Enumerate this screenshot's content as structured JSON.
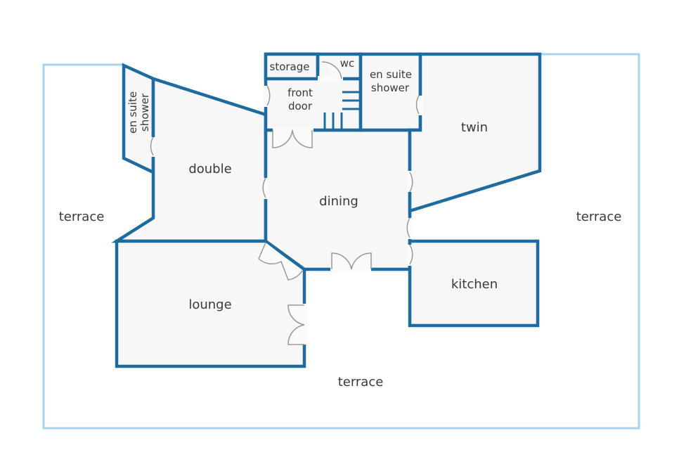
{
  "title": "Floor plan",
  "colors": {
    "wall": "#1d6b9f",
    "terrace_outline": "#a9d3ec",
    "room_fill": "#f7f7f7"
  },
  "rooms": {
    "terrace_left": "terrace",
    "terrace_right": "terrace",
    "terrace_bottom": "terrace",
    "en_suite_left": [
      "en suite",
      "shower"
    ],
    "double": "double",
    "lounge": "lounge",
    "dining": "dining",
    "storage": "storage",
    "wc": "wc",
    "front_door": [
      "front",
      "door"
    ],
    "en_suite_right": [
      "en suite",
      "shower"
    ],
    "twin": "twin",
    "kitchen": "kitchen"
  }
}
